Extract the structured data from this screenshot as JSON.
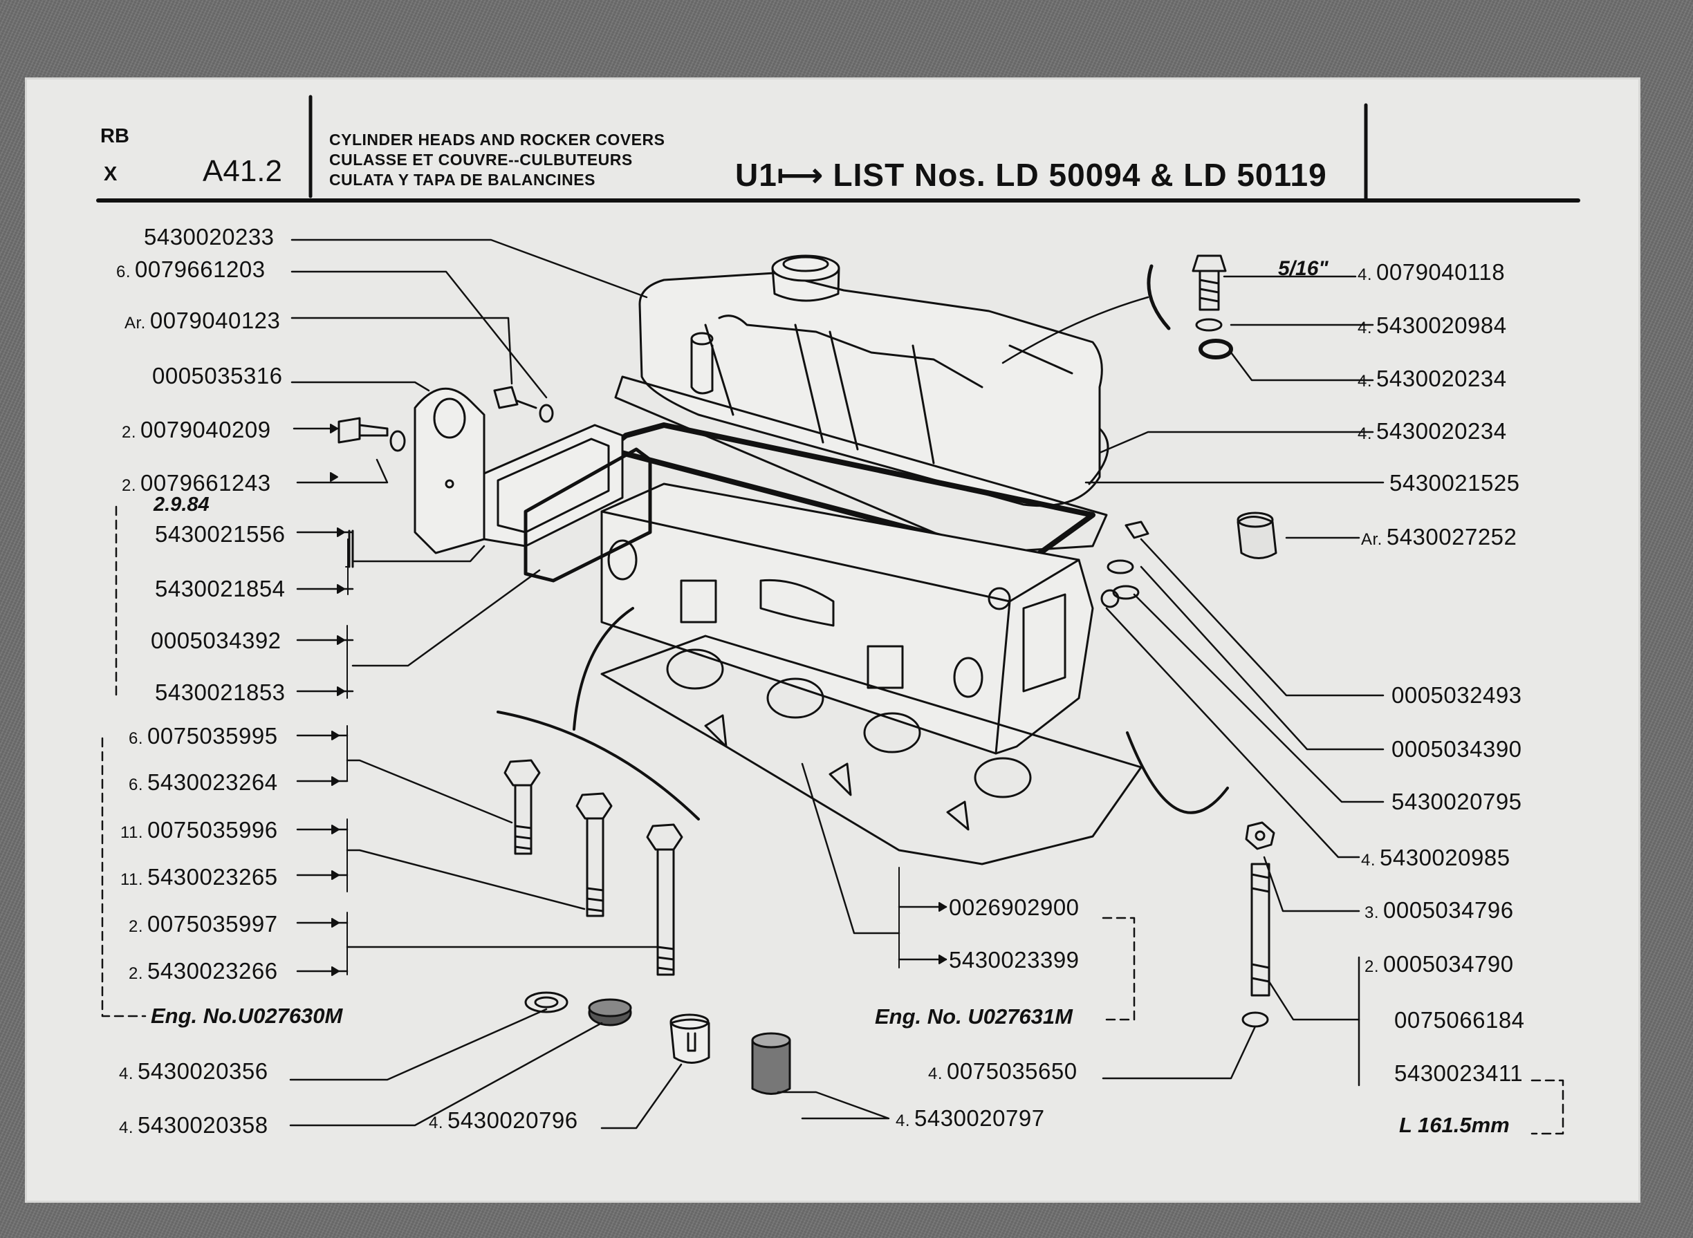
{
  "header": {
    "range": "RB",
    "mark": "X",
    "section": "A41.2",
    "titles": [
      "CYLINDER HEADS AND ROCKER COVERS",
      "CULASSE ET COUVRE--CULBUTEURS",
      "CULATA Y TAPA DE BALANCINES"
    ],
    "list": "U1⟼ LIST Nos. LD 50094 & LD 50119"
  },
  "left_parts": [
    {
      "qty": "",
      "number": "5430020233"
    },
    {
      "qty": "6.",
      "number": "0079661203"
    },
    {
      "qty": "Ar.",
      "number": "0079040123"
    },
    {
      "qty": "",
      "number": "0005035316"
    },
    {
      "qty": "2.",
      "number": "0079040209"
    },
    {
      "qty": "2.",
      "number": "0079661243"
    },
    {
      "qty": "",
      "number": "5430021556"
    },
    {
      "qty": "",
      "number": "5430021854"
    },
    {
      "qty": "",
      "number": "0005034392"
    },
    {
      "qty": "",
      "number": "5430021853"
    },
    {
      "qty": "6.",
      "number": "0075035995"
    },
    {
      "qty": "6.",
      "number": "5430023264"
    },
    {
      "qty": "11.",
      "number": "0075035996"
    },
    {
      "qty": "11.",
      "number": "5430023265"
    },
    {
      "qty": "2.",
      "number": "0075035997"
    },
    {
      "qty": "2.",
      "number": "5430023266"
    }
  ],
  "right_parts": [
    {
      "qty": "4.",
      "number": "0079040118"
    },
    {
      "qty": "4.",
      "number": "5430020984"
    },
    {
      "qty": "4.",
      "number": "5430020234"
    },
    {
      "qty": "4.",
      "number": "5430020234"
    },
    {
      "qty": "",
      "number": "5430021525"
    },
    {
      "qty": "Ar.",
      "number": "5430027252"
    },
    {
      "qty": "",
      "number": "0005032493"
    },
    {
      "qty": "",
      "number": "0005034390"
    },
    {
      "qty": "",
      "number": "5430020795"
    },
    {
      "qty": "4.",
      "number": "5430020985"
    },
    {
      "qty": "3.",
      "number": "0005034796"
    },
    {
      "qty": "2.",
      "number": "0005034790"
    },
    {
      "qty": "",
      "number": "0075066184"
    },
    {
      "qty": "",
      "number": "5430023411"
    }
  ],
  "bottom_parts": [
    {
      "qty": "4.",
      "number": "5430020356"
    },
    {
      "qty": "4.",
      "number": "5430020358"
    },
    {
      "qty": "4.",
      "number": "5430020796"
    },
    {
      "qty": "4.",
      "number": "5430020797"
    },
    {
      "qty": "4.",
      "number": "0075035650"
    }
  ],
  "gasket_parts": [
    {
      "number": "0026902900"
    },
    {
      "number": "5430023399"
    }
  ],
  "notes": {
    "date": "2.9.84",
    "eng_left": "Eng. No.U027630M",
    "eng_mid": "Eng. No. U027631M",
    "length": "L 161.5mm",
    "thread": "5/16\""
  },
  "icons": [
    "rocker-cover-icon",
    "oil-filler-cap-icon",
    "rocker-cover-gasket-icon",
    "cylinder-head-icon",
    "head-gasket-icon",
    "lifting-bracket-icon",
    "side-plate-gasket-icon",
    "bolt-icon",
    "stud-icon",
    "washer-icon",
    "nut-icon",
    "sleeve-icon",
    "thermostat-bush-icon"
  ]
}
